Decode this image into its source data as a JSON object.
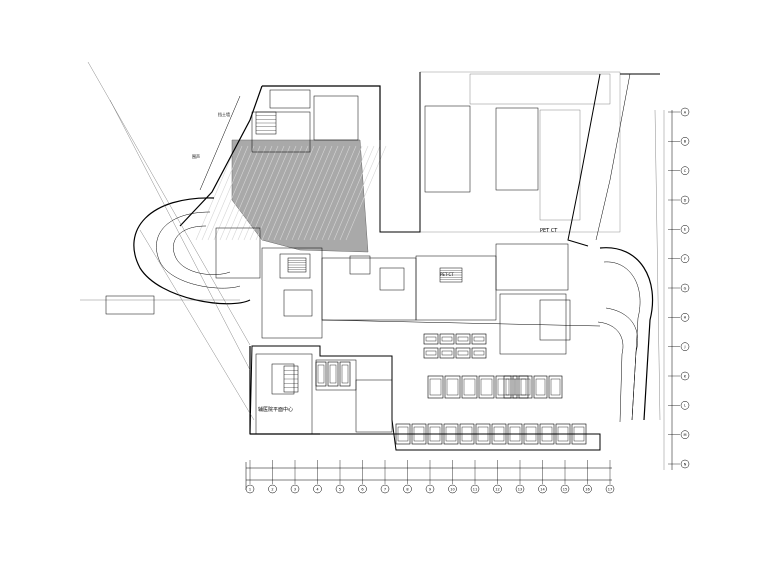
{
  "labels": {
    "pet_ct": "PET CT",
    "pet_ct_room": "PET-CT",
    "left_text_1": "挡土墙",
    "left_text_2": "围声",
    "bottom_text": "辅医院平面中心"
  },
  "colors": {
    "line": "#000000",
    "hatch": "#999999",
    "light_line": "#777777"
  },
  "grid": {
    "bottom_labels": [
      "1",
      "2",
      "3",
      "4",
      "5",
      "6",
      "7",
      "8",
      "9",
      "10",
      "11",
      "12",
      "13",
      "14",
      "15",
      "16",
      "17"
    ],
    "right_labels": [
      "A",
      "B",
      "C",
      "D",
      "E",
      "F",
      "G",
      "H",
      "J",
      "K",
      "L",
      "M",
      "N"
    ]
  }
}
